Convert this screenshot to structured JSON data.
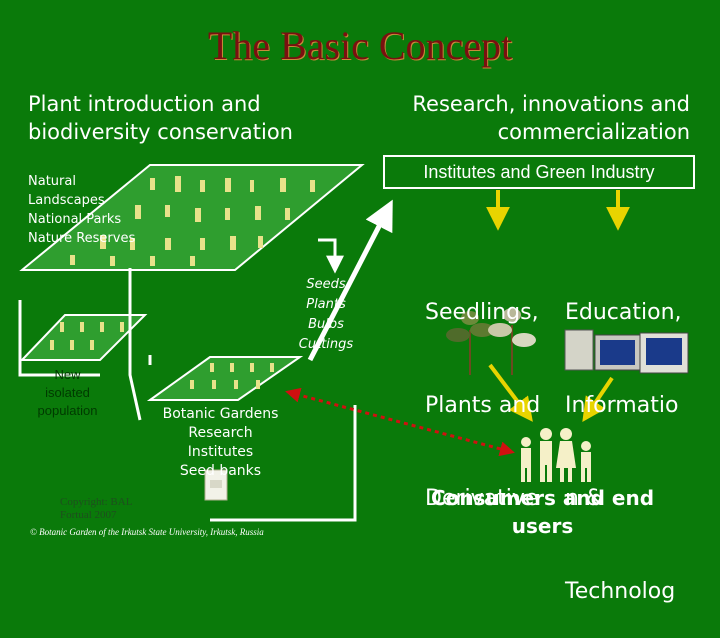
{
  "title": "The Basic Concept",
  "left_heading": [
    "Plant introduction and",
    "biodiversity conservation"
  ],
  "right_heading": [
    "Research, innovations and",
    "commercialization"
  ],
  "institutes_box": "Institutes and Green Industry",
  "natural_areas": [
    "Natural",
    "Landscapes",
    "National Parks",
    "Nature Reserves"
  ],
  "material_types": [
    "Seeds",
    "Plants",
    "Bulbs",
    "Cuttings"
  ],
  "new_population": [
    "New",
    "isolated",
    "population"
  ],
  "botanic_gardens": [
    "Botanic Gardens",
    "Research",
    "Institutes",
    "Seed banks"
  ],
  "products": [
    "Seedlings,",
    "Plants and",
    "Derivative"
  ],
  "education": [
    "Education,",
    "Informatio",
    "n &",
    "Technolog"
  ],
  "consumers": "Consumers and end users",
  "copyright": [
    "Copyright: BAL",
    "Fortual 2007"
  ],
  "footer": "© Botanic Garden of the Irkutsk State University, Irkutsk, Russia",
  "colors": {
    "background": "#0a7a0a",
    "title": "#7a1010",
    "arrow_yellow": "#e8d400",
    "arrow_red": "#d01010",
    "connector_white": "#ffffff"
  },
  "icons": [
    "plant-icon",
    "seed-packet-icon",
    "computer-icon",
    "people-icon"
  ]
}
